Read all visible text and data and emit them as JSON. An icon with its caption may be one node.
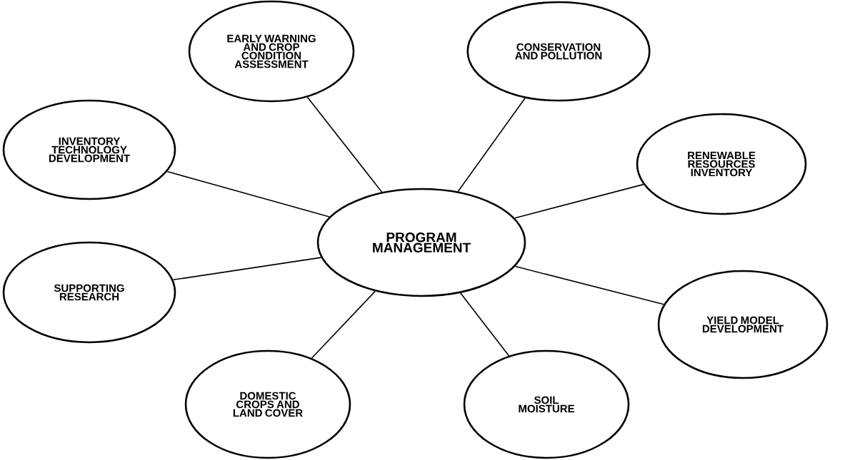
{
  "diagram": {
    "nodes": [
      {
        "text": [
          "EARLY WARNING AND CROP CONDITION ASSESSMENT"
        ]
      },
      {
        "text": [
          "CONSERVATION AND POLLUTION"
        ]
      },
      {
        "text": [
          "INVENTORY TECHNOLOGY DEVELOPMENT"
        ]
      },
      {
        "text": [
          "RENEWABLE RESOURCES INVENTORY"
        ]
      },
      {
        "text": [
          "PROGRAM MANAGEMENT"
        ]
      },
      {
        "text": [
          "SUPPORTING RESEARCH"
        ]
      },
      {
        "text": [
          "YIELD MODEL DEVELOPMENT"
        ]
      },
      {
        "text": [
          "DOMESTIC CROPS AND LAND COVER"
        ]
      },
      {
        "text": [
          "SOIL MOISTURE"
        ]
      }
    ],
    "edges": [
      {
        "from": 4,
        "to": 0,
        "arrow": "none"
      },
      {
        "from": 4,
        "to": 1,
        "arrow": "none"
      },
      {
        "from": 4,
        "to": 2,
        "arrow": "none"
      },
      {
        "from": 4,
        "to": 3,
        "arrow": "none"
      },
      {
        "from": 4,
        "to": 5,
        "arrow": "none"
      },
      {
        "from": 4,
        "to": 6,
        "arrow": "none"
      },
      {
        "from": 4,
        "to": 7,
        "arrow": "none"
      },
      {
        "from": 4,
        "to": 8,
        "arrow": "none"
      }
    ]
  }
}
